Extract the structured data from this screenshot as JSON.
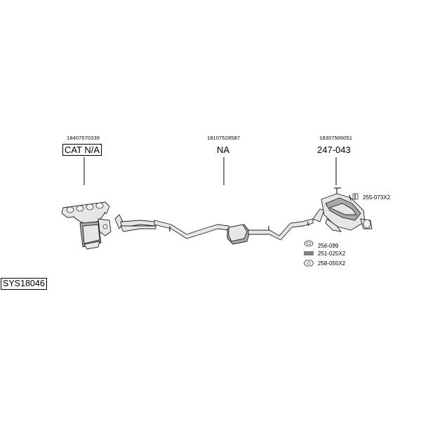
{
  "parts": [
    {
      "oem": "18407570339",
      "code": "CAT N/A"
    },
    {
      "oem": "18107528587",
      "code": "NA"
    },
    {
      "oem": "18307566051",
      "code": "247-043"
    }
  ],
  "accessories": [
    {
      "code": "255-073X2",
      "icon": "rubber-hanger-icon"
    },
    {
      "code": "256-099",
      "icon": "gasket-ring-icon"
    },
    {
      "code": "251-025X2",
      "icon": "spring-icon"
    },
    {
      "code": "258-055X2",
      "icon": "nut-icon"
    }
  ],
  "system_id": "SYS18046"
}
